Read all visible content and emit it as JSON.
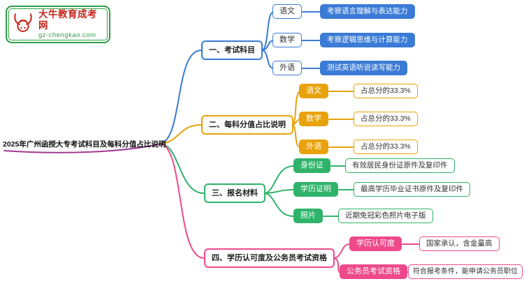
{
  "logo": {
    "title": "大牛教育成考网",
    "url": "gz-chengkao.com",
    "brand_green": "#2f9e44",
    "brand_red": "#c4261d"
  },
  "root": {
    "label": "2025年广州函授大专考试科目及每科分值占比说明"
  },
  "branches": [
    {
      "label": "一、考试科目",
      "color": "#3a7bd5",
      "children": [
        {
          "label": "语文",
          "desc": "考察语言理解与表达能力"
        },
        {
          "label": "数学",
          "desc": "考察逻辑思维与计算能力"
        },
        {
          "label": "外语",
          "desc": "测试英语听说读写能力"
        }
      ]
    },
    {
      "label": "二、每科分值占比说明",
      "color": "#e8a20c",
      "children": [
        {
          "label": "语文",
          "desc": "占总分的33.3%"
        },
        {
          "label": "数学",
          "desc": "占总分的33.3%"
        },
        {
          "label": "外语",
          "desc": "占总分的33.3%"
        }
      ]
    },
    {
      "label": "三、报名材料",
      "color": "#2fb36a",
      "children": [
        {
          "label": "身份证",
          "desc": "有效居民身份证原件及复印件"
        },
        {
          "label": "学历证明",
          "desc": "最高学历毕业证书原件及复印件"
        },
        {
          "label": "照片",
          "desc": "近期免冠彩色照片电子版"
        }
      ]
    },
    {
      "label": "四、学历认可度及公务员考试资格",
      "color": "#ee4a8b",
      "children": [
        {
          "label": "学历认可度",
          "desc": "国家承认，含金量高"
        },
        {
          "label": "公务员考试资格",
          "desc": "符合报考条件，能申请公务员职位"
        }
      ]
    }
  ]
}
